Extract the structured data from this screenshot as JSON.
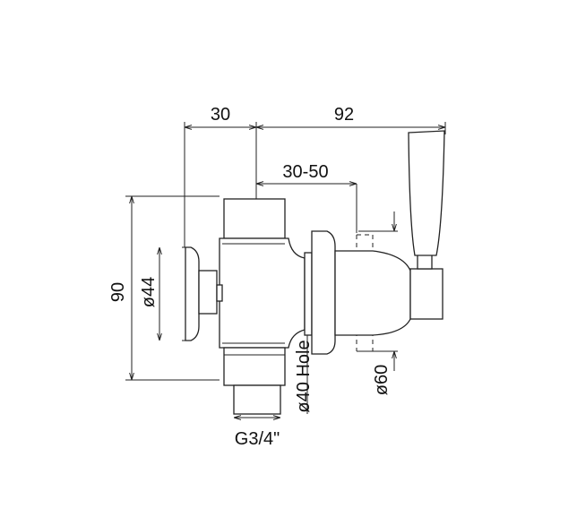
{
  "drawing": {
    "dimensions": {
      "width_left": "30",
      "width_right": "92",
      "wall_range": "30-50",
      "height": "90",
      "button_diameter": "ø44",
      "hole_diameter": "ø40 Hole",
      "rosette_diameter": "ø60",
      "thread": "G3/4\""
    }
  }
}
